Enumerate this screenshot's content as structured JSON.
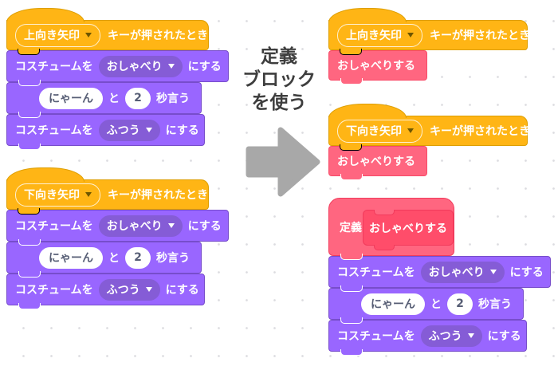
{
  "colors": {
    "events_yellow": "#FFB515",
    "events_border": "#DD9E00",
    "looks_purple": "#9966FF",
    "looks_dropdown_purple": "#855CD6",
    "looks_border": "#774DCB",
    "myblocks_pink": "#FF6680",
    "myblocks_prototype_pink": "#FF4D6A",
    "input_text": "#575E75",
    "arrow_gray": "#A8A8A8",
    "caption_text": "#3E3E3E"
  },
  "caption": {
    "line1": "定義",
    "line2": "ブロック",
    "line3": "を使う"
  },
  "left_stack_top": {
    "hat": {
      "key": "上向き矢印",
      "label": "キーが押されたとき"
    },
    "set_costume_talk": {
      "prefix": "コスチュームを",
      "value": "おしゃべり",
      "suffix": "にする"
    },
    "say_for_secs": {
      "message": "にゃーん",
      "particle": "と",
      "seconds": "2",
      "suffix": "秒言う"
    },
    "set_costume_normal": {
      "prefix": "コスチュームを",
      "value": "ふつう",
      "suffix": "にする"
    }
  },
  "left_stack_bottom": {
    "hat": {
      "key": "下向き矢印",
      "label": "キーが押されたとき"
    },
    "set_costume_talk": {
      "prefix": "コスチュームを",
      "value": "おしゃべり",
      "suffix": "にする"
    },
    "say_for_secs": {
      "message": "にゃーん",
      "particle": "と",
      "seconds": "2",
      "suffix": "秒言う"
    },
    "set_costume_normal": {
      "prefix": "コスチュームを",
      "value": "ふつう",
      "suffix": "にする"
    }
  },
  "right_stack_top": {
    "hat": {
      "key": "上向き矢印",
      "label": "キーが押されたとき"
    },
    "call": {
      "label": "おしゃべりする"
    }
  },
  "right_stack_middle": {
    "hat": {
      "key": "下向き矢印",
      "label": "キーが押されたとき"
    },
    "call": {
      "label": "おしゃべりする"
    }
  },
  "right_define_stack": {
    "define": {
      "keyword": "定義",
      "prototype": "おしゃべりする"
    },
    "set_costume_talk": {
      "prefix": "コスチュームを",
      "value": "おしゃべり",
      "suffix": "にする"
    },
    "say_for_secs": {
      "message": "にゃーん",
      "particle": "と",
      "seconds": "2",
      "suffix": "秒言う"
    },
    "set_costume_normal": {
      "prefix": "コスチュームを",
      "value": "ふつう",
      "suffix": "にする"
    }
  }
}
